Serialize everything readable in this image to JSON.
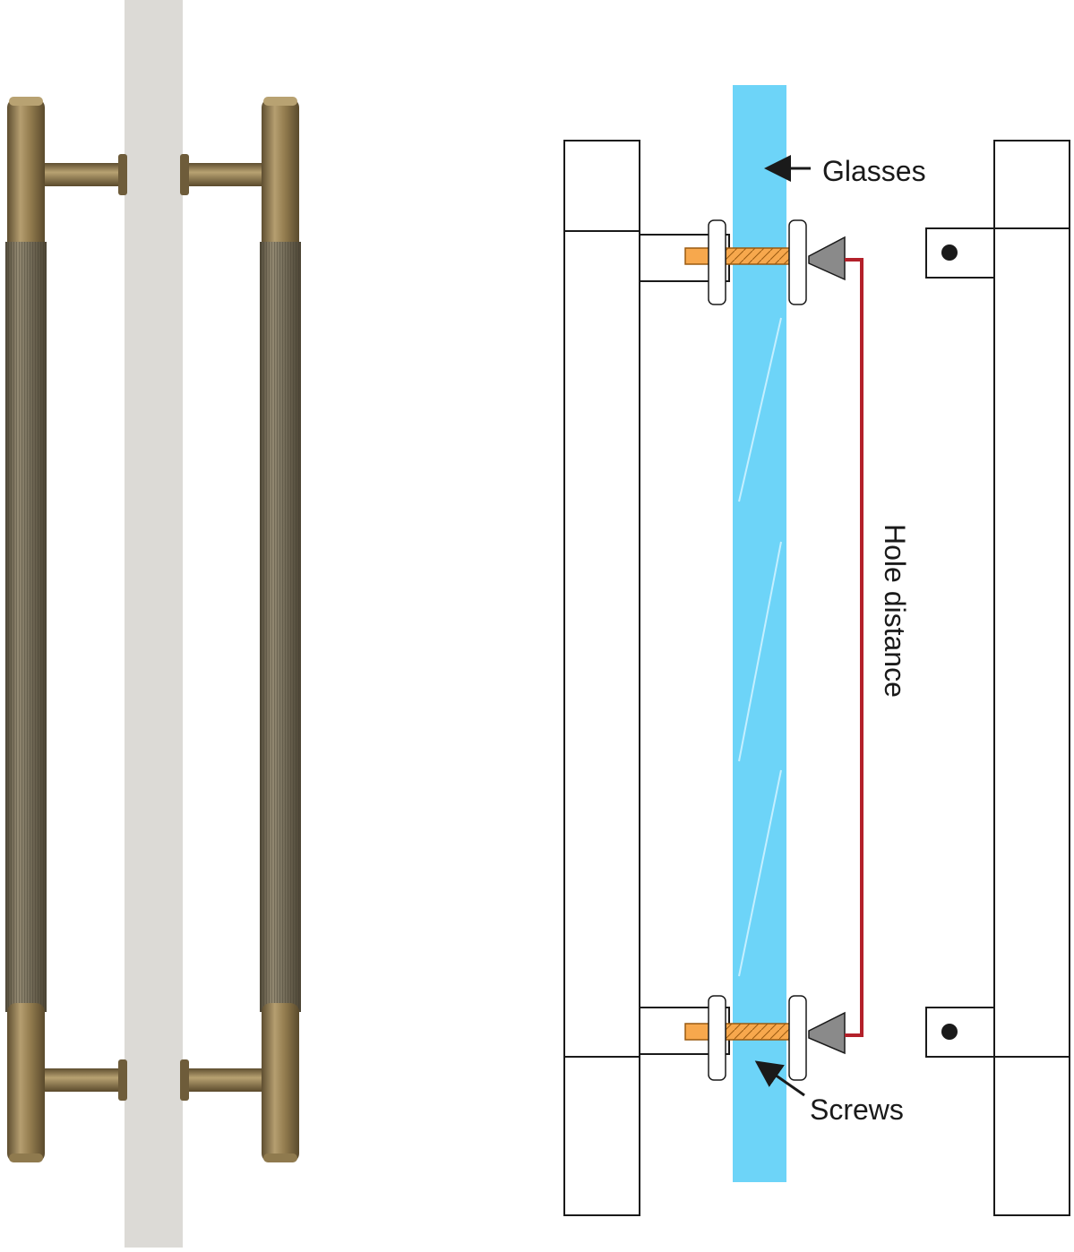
{
  "labels": {
    "glass": "Glasses",
    "hole_distance": "Hole distance",
    "screws": "Screws"
  },
  "icons": {
    "glass_arrow": "arrow-left-icon",
    "screws_arrow": "arrow-up-left-icon"
  },
  "colors": {
    "background": "#ffffff",
    "photo_glass": "#dcdad6",
    "brass_light": "#b59e70",
    "brass_mid": "#957e50",
    "brass_dark": "#6e5c3a",
    "knurl_dark": "#6c6454",
    "knurl_light": "#938972",
    "glass_blue": "#6dd4f8",
    "glass_highlight": "#c5efff",
    "screw_orange": "#f7a84d",
    "cone_gray": "#8a8a8a",
    "dimension_red": "#b3202a",
    "outline": "#1a1a1a"
  }
}
